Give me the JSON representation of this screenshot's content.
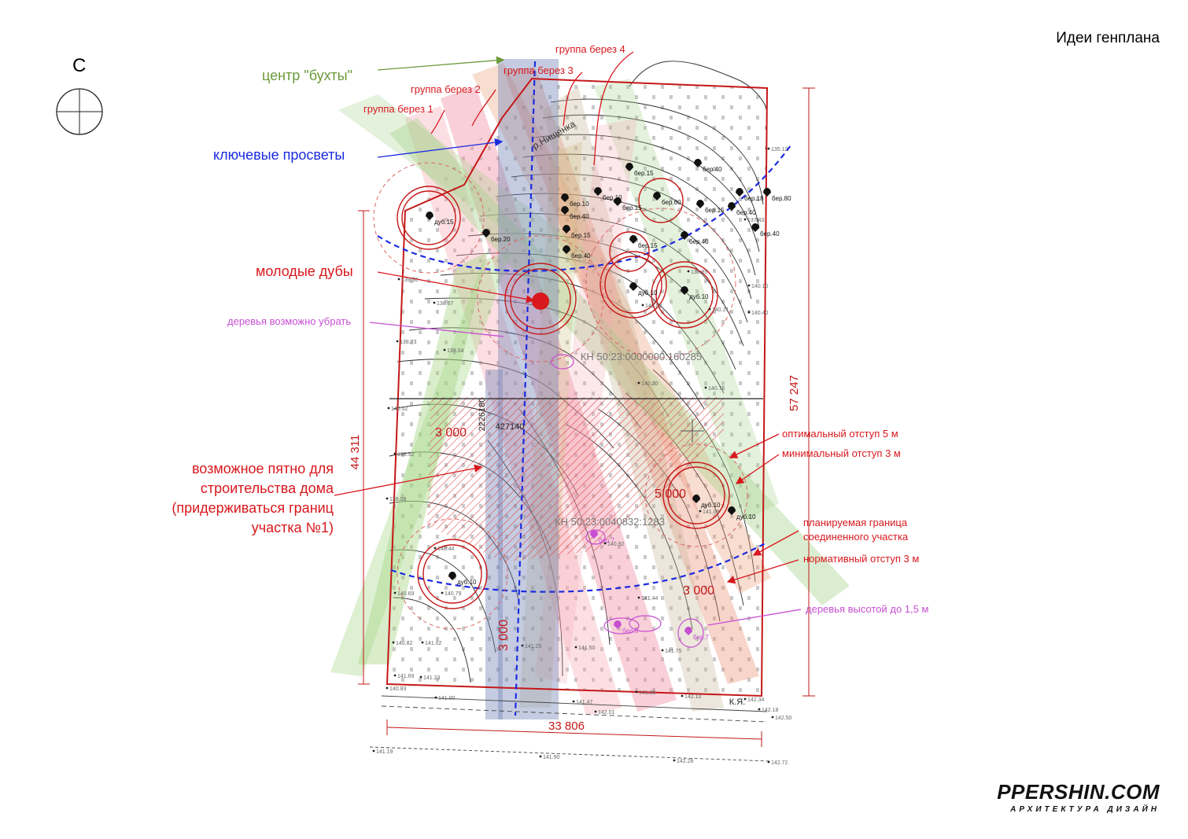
{
  "header": {
    "title": "Идеи генплана"
  },
  "north": {
    "letter": "С"
  },
  "labels": {
    "bay_center": "центр \"бухты\"",
    "birch_group_4": "группа берез 4",
    "birch_group_3": "группа берез 3",
    "birch_group_2": "группа берез 2",
    "birch_group_1": "группа берез 1",
    "key_views": "ключевые просветы",
    "young_oaks": "молодые дубы",
    "removable_trees": "деревья возможно убрать",
    "house_spot_1": "возможное пятно для",
    "house_spot_2": "строительства дома",
    "house_spot_3": "(придерживаться границ",
    "house_spot_4": "участка №1)",
    "optimal_offset": "оптимальный отступ 5 м",
    "minimal_offset": "минимальный отступ 3 м",
    "planned_boundary_1": "планируемая граница",
    "planned_boundary_2": "соединенного участка",
    "normative_offset": "нормативный отступ 3 м",
    "low_trees": "деревья высотой до 1,5 м",
    "river": "р.Нищенка"
  },
  "dimensions": {
    "left_height": "44 311",
    "right_height": "57 247",
    "bottom_width": "33 806",
    "offset_3000_top": "3 000",
    "offset_5000": "5 000",
    "offset_3000_right": "3 000",
    "offset_3000_vertical": "3 000"
  },
  "cadastral": {
    "upper": "КН 50:23:0000000:160285",
    "lower": "КН 50:23:0040832:1283",
    "coord_x": "2226180",
    "coord_y": "427140"
  },
  "marks": {
    "kya": "К.Я."
  },
  "trees": [
    {
      "label": "дуб.15"
    },
    {
      "label": "бер.20"
    },
    {
      "label": "бер.10"
    },
    {
      "label": "бер.10"
    },
    {
      "label": "бер.40"
    },
    {
      "label": "бер.15"
    },
    {
      "label": "бер.15"
    },
    {
      "label": "бер.40"
    },
    {
      "label": "бер.15"
    },
    {
      "label": "бер.40"
    },
    {
      "label": "бер.40"
    },
    {
      "label": "бер.60"
    },
    {
      "label": "бер.15"
    },
    {
      "label": "бер.18"
    },
    {
      "label": "бер.80"
    },
    {
      "label": "бер.40"
    },
    {
      "label": "бер.40"
    },
    {
      "label": "бер.15"
    },
    {
      "label": "дуб.10"
    },
    {
      "label": "дуб.10"
    },
    {
      "label": "дуб.10"
    },
    {
      "label": "дуб.10"
    },
    {
      "label": "дуб.10"
    },
    {
      "label": "бер.7"
    },
    {
      "label": "бер.5"
    },
    {
      "label": "бер.7"
    }
  ],
  "elevations": [
    "135.12",
    "137.43",
    "140.10",
    "140.40",
    "139.85",
    "140.02",
    "140.21",
    "139.50",
    "138.67",
    "138.73",
    "139.04",
    "139.52",
    "139.08",
    "140.20",
    "140.76",
    "140.52",
    "140.44",
    "140.79",
    "140.82",
    "141.02",
    "141.23",
    "140.69",
    "140.83",
    "141.00",
    "141.47",
    "141.96",
    "142.10",
    "142.34",
    "142.50",
    "142.18",
    "141.19",
    "141.90",
    "142.28",
    "142.72",
    "141.50",
    "141.25",
    "141.08",
    "140.92",
    "141.44",
    "141.75",
    "142.01",
    "141.69"
  ],
  "colors": {
    "boundary": "#d01818",
    "views": "#1b2be0",
    "bay": "#6c9a3a",
    "birch": "#d8181d",
    "violet": "#c64fd2"
  },
  "logo": {
    "name": "PPERSHIN.COM",
    "tagline": "АРХИТЕКТУРА ДИЗАЙН"
  }
}
